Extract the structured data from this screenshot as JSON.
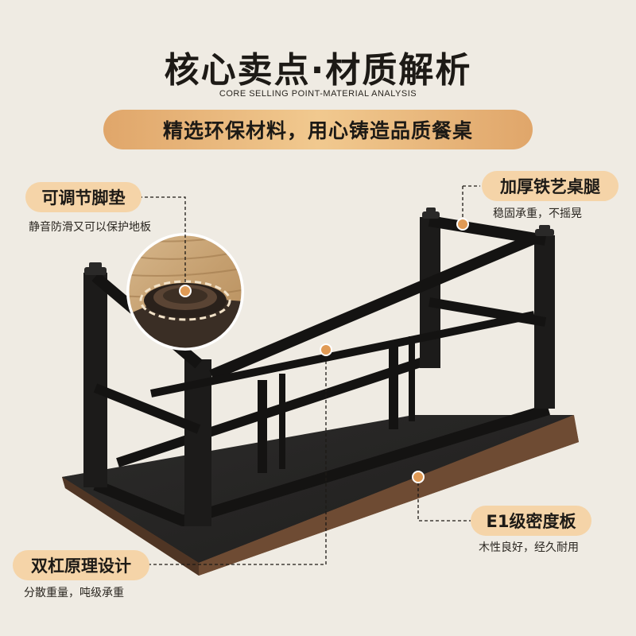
{
  "header": {
    "title": "核心卖点·材质解析",
    "subtitle": "CORE SELLING POINT-MATERIAL ANALYSIS",
    "banner": "精选环保材料，用心铸造品质餐桌"
  },
  "callouts": {
    "foot_pad": {
      "label": "可调节脚垫",
      "desc": "静音防滑又可以保护地板"
    },
    "thick_leg": {
      "label": "加厚铁艺桌腿",
      "desc": "稳固承重，不摇晃"
    },
    "board": {
      "label": "E1级密度板",
      "desc": "木性良好，经久耐用"
    },
    "double_bar": {
      "label": "双杠原理设计",
      "desc": "分散重量，吨级承重"
    }
  },
  "colors": {
    "background": "#efebe3",
    "accent": "#e09a55",
    "pill": "#f5d4a8",
    "frame": "#1c1b1a",
    "wood_edge": "#6b4a34"
  }
}
